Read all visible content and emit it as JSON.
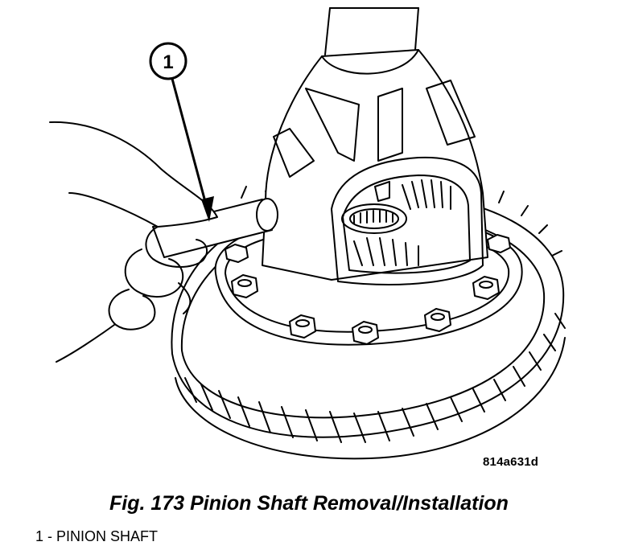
{
  "figure": {
    "callout": "1",
    "code": "814a631d",
    "caption": "Fig. 173 Pinion Shaft Removal/Installation",
    "legend": [
      {
        "number": "1",
        "separator": " - ",
        "text": "PINION SHAFT"
      }
    ]
  }
}
